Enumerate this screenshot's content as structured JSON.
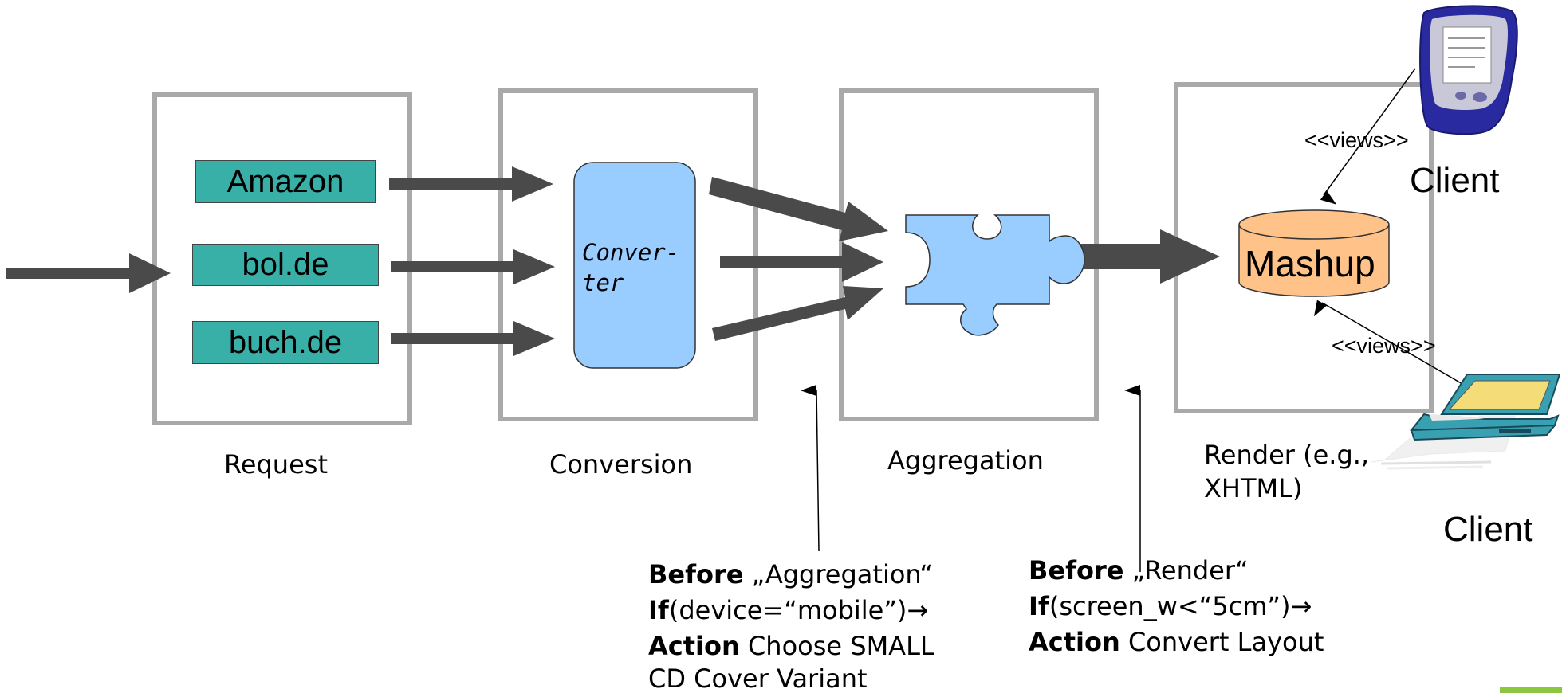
{
  "stages": {
    "request": "Request",
    "conversion": "Conversion",
    "aggregation": "Aggregation",
    "render_line1": "Render (e.g.,",
    "render_line2": "XHTML)"
  },
  "sources": [
    "Amazon",
    "bol.de",
    "buch.de"
  ],
  "converter": {
    "line1": "Conver-",
    "line2": "ter"
  },
  "mashup": "Mashup",
  "clients": {
    "mobile": "Client",
    "laptop": "Client"
  },
  "views": {
    "mobile": "<<views>>",
    "laptop": "<<views>>"
  },
  "rules": {
    "aggregation": {
      "before_kw": "Before",
      "before_val": " „Aggregation“",
      "if_kw": "If",
      "if_val": "(device=“mobile”)→",
      "action_kw": "Action",
      "action_val": " Choose SMALL",
      "action_val2": "CD Cover Variant"
    },
    "render": {
      "before_kw": "Before",
      "before_val": " „Render“",
      "if_kw": "If",
      "if_val": "(screen_w<“5cm”)→",
      "action_kw": "Action",
      "action_val": " Convert Layout"
    }
  },
  "colors": {
    "stage_border": "#a9a9a9",
    "arrow": "#4a4a4a",
    "source_fill": "#38b0a8",
    "converter_fill": "#99ccff",
    "puzzle_fill": "#99ccff",
    "mashup_fill": "#ffc38a",
    "accent_green": "#8cc63f"
  }
}
